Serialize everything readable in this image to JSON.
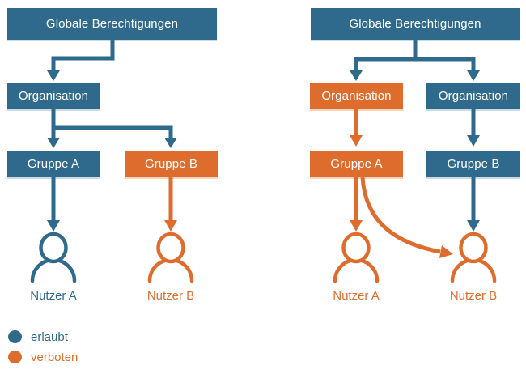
{
  "colors": {
    "allowed": "#2F6A8C",
    "forbidden": "#DE6D2D"
  },
  "left_diagram": {
    "root": "Globale Berechtigungen",
    "organisation": "Organisation",
    "group_a": "Gruppe A",
    "group_b": "Gruppe B",
    "user_a": "Nutzer A",
    "user_b": "Nutzer B"
  },
  "right_diagram": {
    "root": "Globale Berechtigungen",
    "organisation_a": "Organisation",
    "organisation_b": "Organisation",
    "group_a": "Gruppe A",
    "group_b": "Gruppe B",
    "user_a": "Nutzer A",
    "user_b": "Nutzer B"
  },
  "legend": {
    "allowed_label": "erlaubt",
    "forbidden_label": "verboten"
  }
}
